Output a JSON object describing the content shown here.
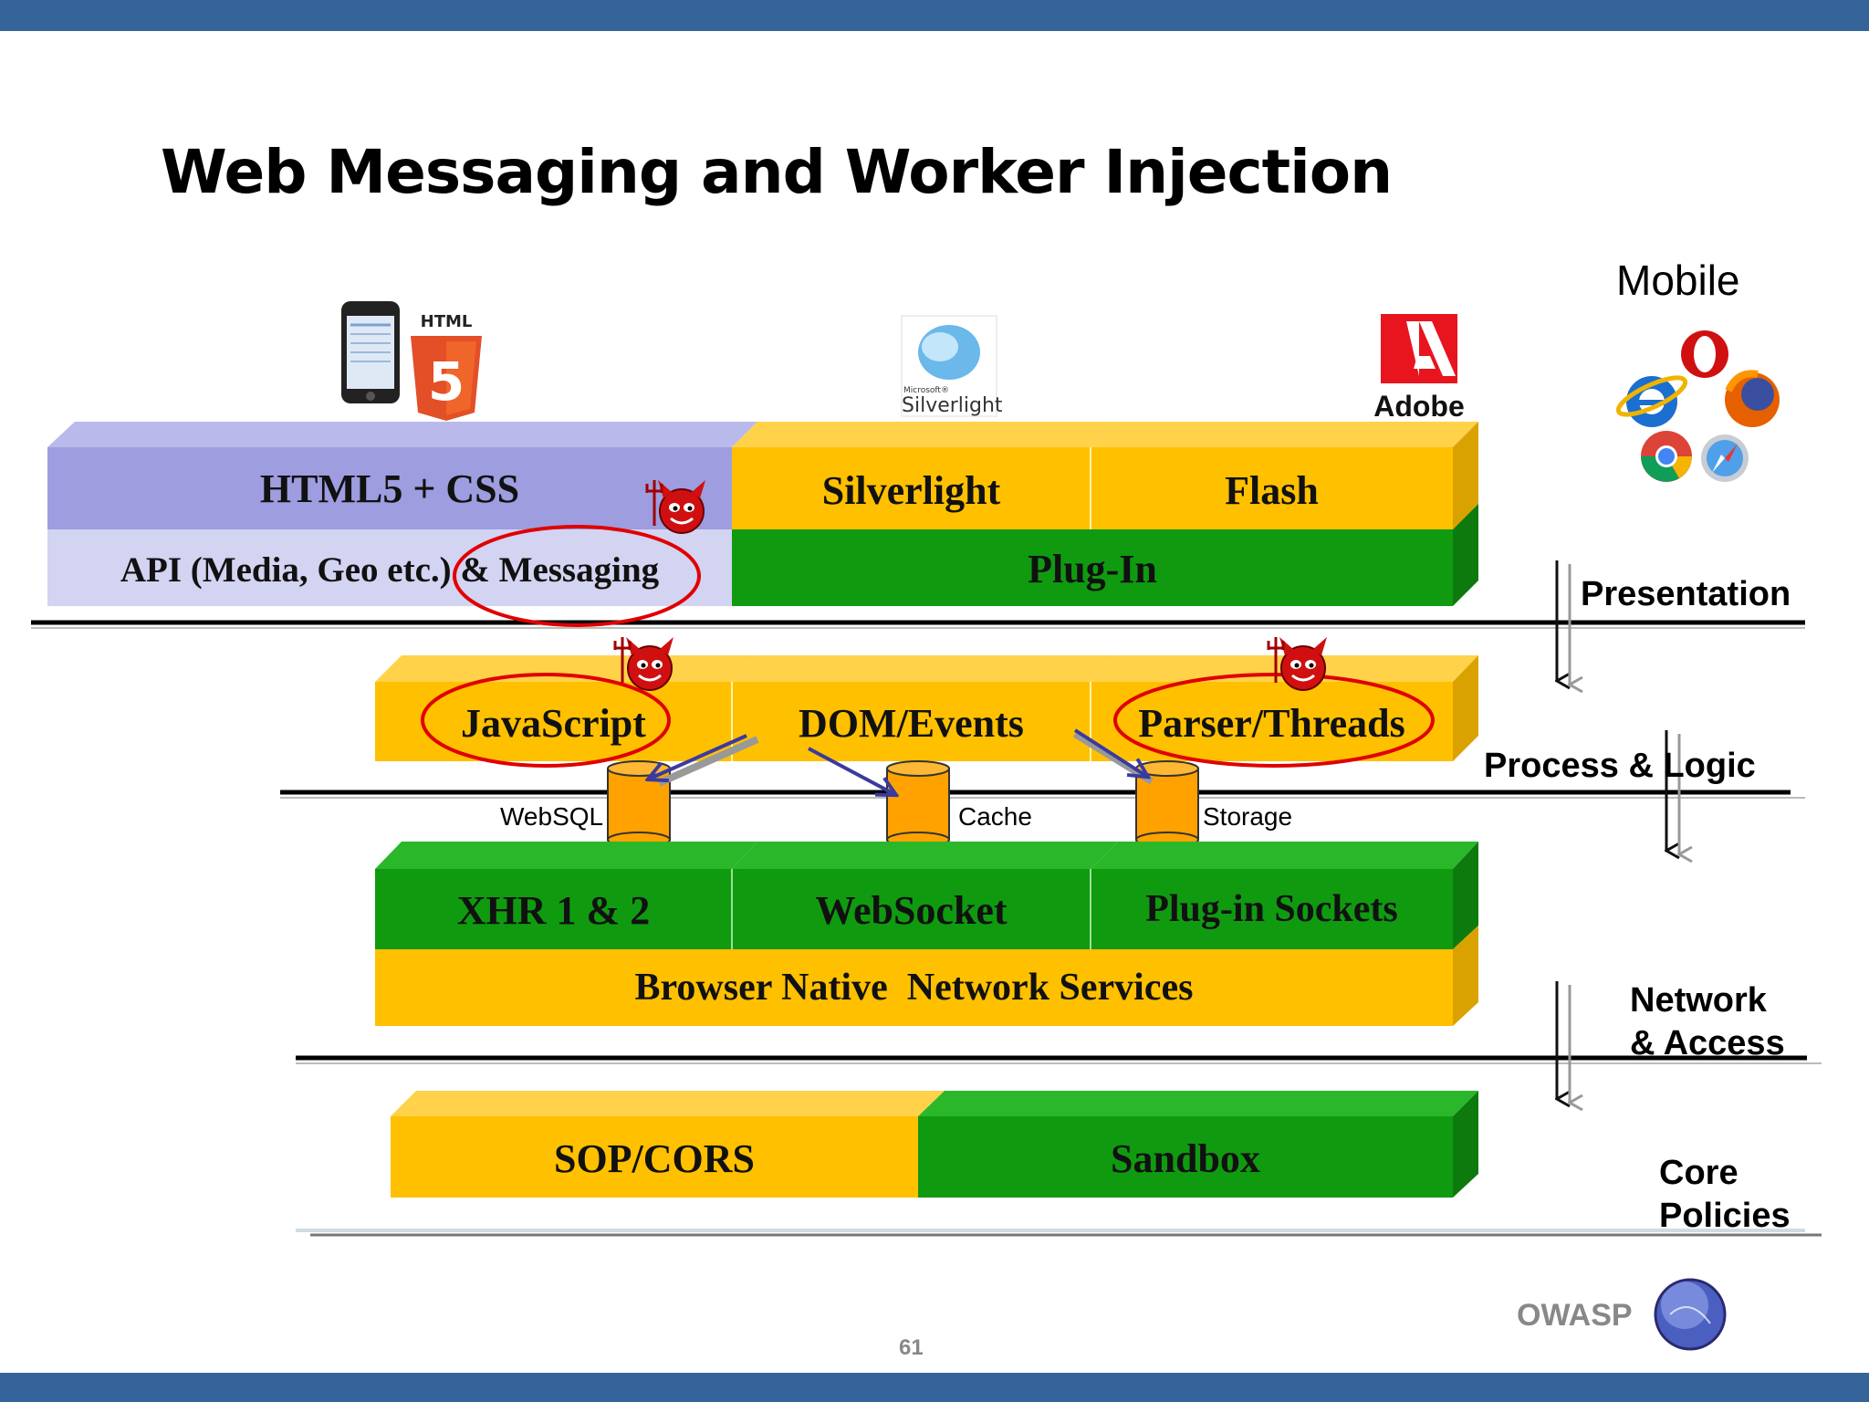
{
  "slide": {
    "title": "Web Messaging and Worker Injection",
    "page_number": "61",
    "owasp_label": "OWASP",
    "mobile_label": "Mobile"
  },
  "logos": {
    "html5": {
      "top_text": "HTML",
      "badge": "5"
    },
    "silverlight": {
      "small": "Microsoft®",
      "name": "Silverlight"
    },
    "adobe": {
      "name": "Adobe"
    }
  },
  "layers": {
    "presentation": {
      "label": "Presentation",
      "blocks": {
        "html5_css": "HTML5 + CSS",
        "api": "API (Media, Geo etc.) & Messaging",
        "silverlight": "Silverlight",
        "flash": "Flash",
        "plugin": "Plug-In"
      }
    },
    "process_logic": {
      "label": "Process & Logic",
      "blocks": {
        "javascript": "JavaScript",
        "dom_events": "DOM/Events",
        "parser_threads": "Parser/Threads"
      },
      "storage": {
        "websql": "WebSQL",
        "cache": "Cache",
        "storage": "Storage"
      }
    },
    "network_access": {
      "label_line1": "Network",
      "label_line2": "& Access",
      "blocks": {
        "xhr": "XHR 1 & 2",
        "websocket": "WebSocket",
        "plugin_sockets": "Plug-in Sockets",
        "native": "Browser Native  Network Services"
      }
    },
    "core_policies": {
      "label_line1": "Core",
      "label_line2": "Policies",
      "blocks": {
        "sop_cors": "SOP/CORS",
        "sandbox": "Sandbox"
      }
    }
  },
  "colors": {
    "top_bar": "#35649a",
    "purple_block": "#9d9de0",
    "lavender_block": "#d3d3f2",
    "yellow_block": "#ffc000",
    "green_block": "#109a10",
    "cylinder": "#ffa200",
    "highlight_ellipse": "#e00000"
  }
}
